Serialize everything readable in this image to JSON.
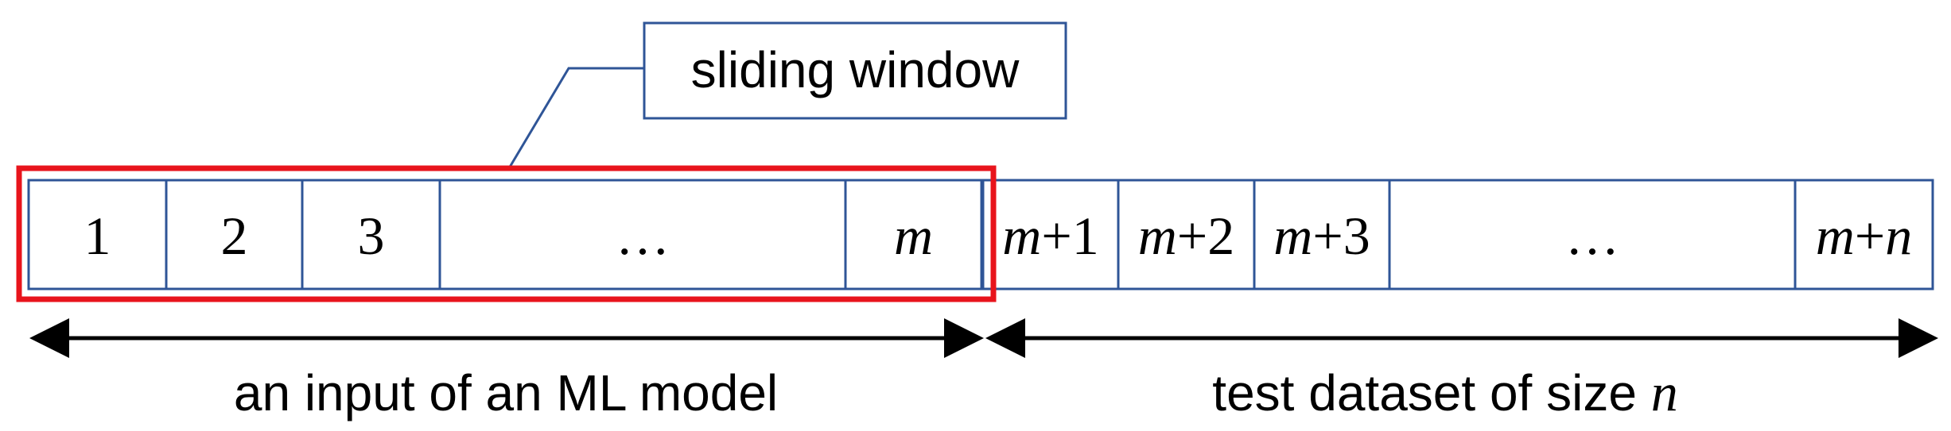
{
  "callout": {
    "label": "sliding window"
  },
  "cells": [
    {
      "label": "1",
      "italic": false
    },
    {
      "label": "2",
      "italic": false
    },
    {
      "label": "3",
      "italic": false
    },
    {
      "label": "…",
      "italic": false
    },
    {
      "label": "m",
      "italic": true
    },
    {
      "var": "m",
      "rest": "+1"
    },
    {
      "var": "m",
      "rest": "+2"
    },
    {
      "var": "m",
      "rest": "+3"
    },
    {
      "label": "…",
      "italic": false
    },
    {
      "var": "m",
      "rest": "+",
      "var2": "n"
    }
  ],
  "spans": {
    "left_label": "an input of an ML model",
    "right_label_prefix": "test dataset of size ",
    "right_label_var": "n"
  },
  "colors": {
    "cell_border": "#2f5597",
    "window_border": "#e8141c",
    "arrow": "#000000",
    "callout_border": "#2f5597"
  }
}
